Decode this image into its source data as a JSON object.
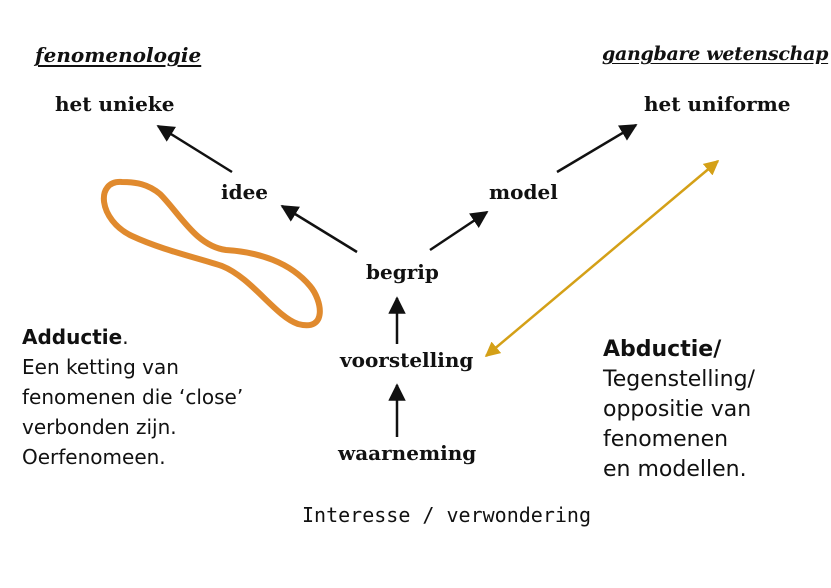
{
  "headings": {
    "left": "fenomenologie",
    "right": "gangbare wetenschap"
  },
  "nodes": {
    "het_unieke": "het unieke",
    "het_uniforme": "het uniforme",
    "idee": "idee",
    "model": "model",
    "begrip": "begrip",
    "voorstelling": "voorstelling",
    "waarneming": "waarneming"
  },
  "adductie": {
    "title": "Adductie",
    "title_suffix": ".",
    "lines": [
      "Een ketting van",
      "fenomenen die ‘close’",
      "verbonden zijn.",
      "Oerfenomeen."
    ]
  },
  "abductie": {
    "title": "Abductie/",
    "lines": [
      "Tegenstelling/",
      "oppositie van",
      "fenomenen",
      "en modellen."
    ]
  },
  "caption": "Interesse / verwondering",
  "colors": {
    "arrow": "#111111",
    "infinity_loop": "#e08a2e",
    "double_arrow": "#d4a017",
    "text": "#111111"
  }
}
